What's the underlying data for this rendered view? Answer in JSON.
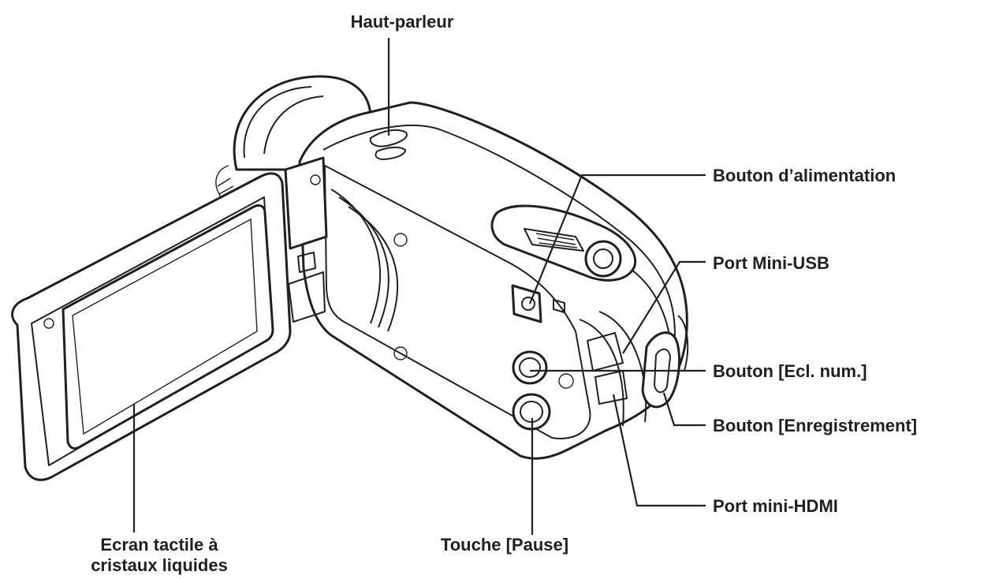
{
  "labels": {
    "speaker": "Haut-parleur",
    "power_button": "Bouton d’alimentation",
    "mini_usb": "Port Mini-USB",
    "zoom_button": "Bouton [Ecl. num.]",
    "record_button": "Bouton [Enregistrement]",
    "mini_hdmi": "Port mini-HDMI",
    "pause_key": "Touche [Pause]",
    "lcd_line1": "Ecran tactile à",
    "lcd_line2": "cristaux liquides"
  }
}
